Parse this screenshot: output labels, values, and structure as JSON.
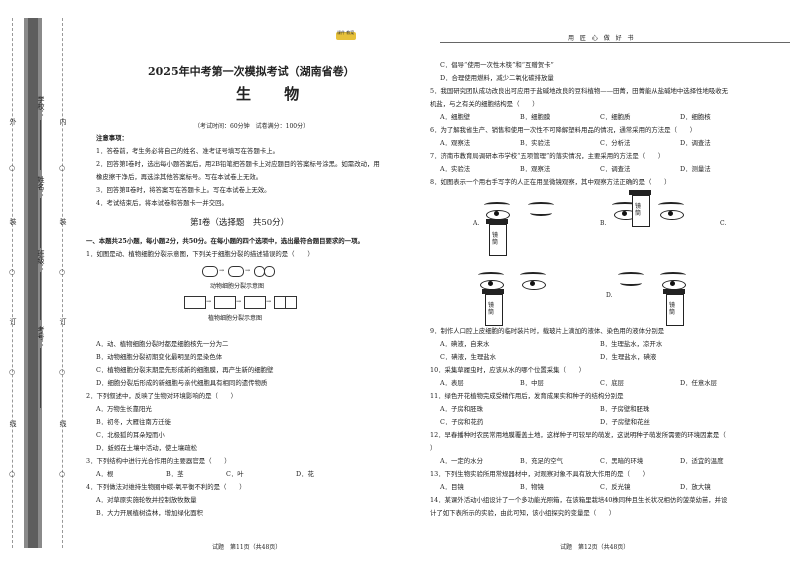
{
  "sidebar": {
    "labels": [
      "学校：",
      "姓名：",
      "班级：",
      "考号："
    ],
    "outer_marks": [
      "外",
      "○",
      "装",
      "○",
      "订",
      "○",
      "线",
      "○"
    ],
    "inner_marks": [
      "内",
      "○",
      "装",
      "○",
      "订",
      "○",
      "线",
      "○"
    ]
  },
  "header": {
    "logo_text": "课件·教案",
    "right_text": "用 匠 心 做 好 书"
  },
  "exam": {
    "title": "2025年中考第一次模拟考试（湖南省卷）",
    "subject": "生 物",
    "meta": "（考试时间：60分钟　试卷满分：100分）"
  },
  "notes": {
    "heading": "注意事项：",
    "items": [
      "1．答卷前，考生务必将自己的姓名、准考证号填写在答题卡上。",
      "2．回答第Ⅰ卷时，选出每小题答案后，用2B铅笔把答题卡上对应题目的答案标号涂黑。如需改动，用",
      "橡皮擦干净后，再选涂其他答案标号。写在本试卷上无效。",
      "3．回答第Ⅱ卷时，将答案写在答题卡上。写在本试卷上无效。",
      "4．考试结束后，将本试卷和答题卡一并交回。"
    ]
  },
  "section": {
    "title": "第Ⅰ卷（选择题　共50分）",
    "instruction": "一、本题共25小题，每小题2分，共50分。在每小题的四个选项中，选出最符合题目要求的一项。"
  },
  "left_questions": {
    "q1": "1．如图是动、植物细胞分裂示意图，下列关于细胞分裂的描述错误的是（　　）",
    "fig_animal": "动物细胞分裂示意图",
    "fig_plant": "植物细胞分裂示意图",
    "q1_options": [
      "A．动、植物细胞分裂时都是细胞核先一分为二",
      "B．动物细胞分裂初期变化最明显的是染色体",
      "C．植物细胞分裂末期是先形成新的细胞膜，再产生新的细胞壁",
      "D．细胞分裂后形成的新细胞与亲代细胞具有相同的遗传物质"
    ],
    "q2": "2．下列叙述中，反映了生物对环境影响的是（　　）",
    "q2_options": [
      "A．万物生长靠阳光",
      "B．初冬，大雁往南方迁徙",
      "C．北极狐的耳朵短而小",
      "D．蚯蚓在土壤中活动，使土壤疏松"
    ],
    "q3": "3．下列结构中进行光合作用的主要器官是（　　）",
    "q3_options": [
      "A．根",
      "B．茎",
      "C．叶",
      "D．花"
    ],
    "q4": "4．下列做法对维持生物圈中碳-氧平衡不利的是（　　）",
    "q4_options": [
      "A．对草原实施轮牧并控制放牧数量",
      "B．大力开展植树造林，增加绿化面积"
    ]
  },
  "right_questions": {
    "q4_cont": [
      "C．倡导“使用一次性木筷”和“互赠贺卡”",
      "D．合理使用燃料，减少二氧化碳排放量"
    ],
    "q5_line1": "5．我国研究团队成功改良出可应用于盐碱地改良的豆科植物——田菁，田菁能从盐碱地中选择性地吸收无",
    "q5_line2": "机盐，与之有关的细胞结构是（　　）",
    "q5_options": [
      "A．细胞壁",
      "B．细胞膜",
      "C．细胞质",
      "D．细胞核"
    ],
    "q6": "6．为了解我省生产、销售和使用一次性不可降解塑料用品的情况，通常采用的方法是（　　）",
    "q6_options": [
      "A．观察法",
      "B．实验法",
      "C．分析法",
      "D．调查法"
    ],
    "q7": "7．济南市教育局调研本市学校“五项管理”的落实情况，主要采用的方法是（　　）",
    "q7_options": [
      "A．实验法",
      "B．观察法",
      "C．调查法",
      "D．测量法"
    ],
    "q8": "8．如图表示一个用右手写字的人正在用显微镜观察，其中观察方法正确的是（　　）",
    "q8_option_letters": [
      "A.",
      "B.",
      "C.",
      "D."
    ],
    "eyepiece_text": "镜筒",
    "q9": "9．制作人口腔上皮细胞的临时装片时，载玻片上滴加的液体、染色用的液体分别是",
    "q9_options": [
      "A．碘液，自来水",
      "B．生理盐水，凉开水",
      "C．碘液，生理盐水",
      "D．生理盐水，碘液"
    ],
    "q10": "10．采集草履虫时，应该从水的哪个位置采集（　　）",
    "q10_options": [
      "A．表层",
      "B．中层",
      "C．底层",
      "D．任意水层"
    ],
    "q11": "11．绿色开花植物完成受精作用后，发育成果实和种子的结构分别是",
    "q11_options": [
      "A．子房和胚珠",
      "B．子房壁和胚珠",
      "C．子房和花药",
      "D．子房壁和花丝"
    ],
    "q12_line1": "12．早春播种时农民常用地膜覆盖土地，这样种子可较早的萌发，这说明种子萌发所需要的环境因素是（",
    "q12_line2": "）",
    "q12_options": [
      "A．一定的水分",
      "B．充足的空气",
      "C．黑暗的环境",
      "D．适宜的温度"
    ],
    "q13": "13．下列生物实验所用常规器材中，对观察对象不具有放大作用的是（　　）",
    "q13_options": [
      "A．目镜",
      "B．物镜",
      "C．反光镜",
      "D．放大镜"
    ],
    "q14_line1": "14．某课外活动小组设计了一个多功能光照箱，在该箱里栽培40株同种且生长状况相仿的菠菜幼苗，并设",
    "q14_line2": "计了如下表所示的实验，由此可知，该小组探究的变量是（　　）"
  },
  "footer": {
    "left": "试题　第11页（共48页）",
    "right": "试题　第12页（共48页）"
  }
}
